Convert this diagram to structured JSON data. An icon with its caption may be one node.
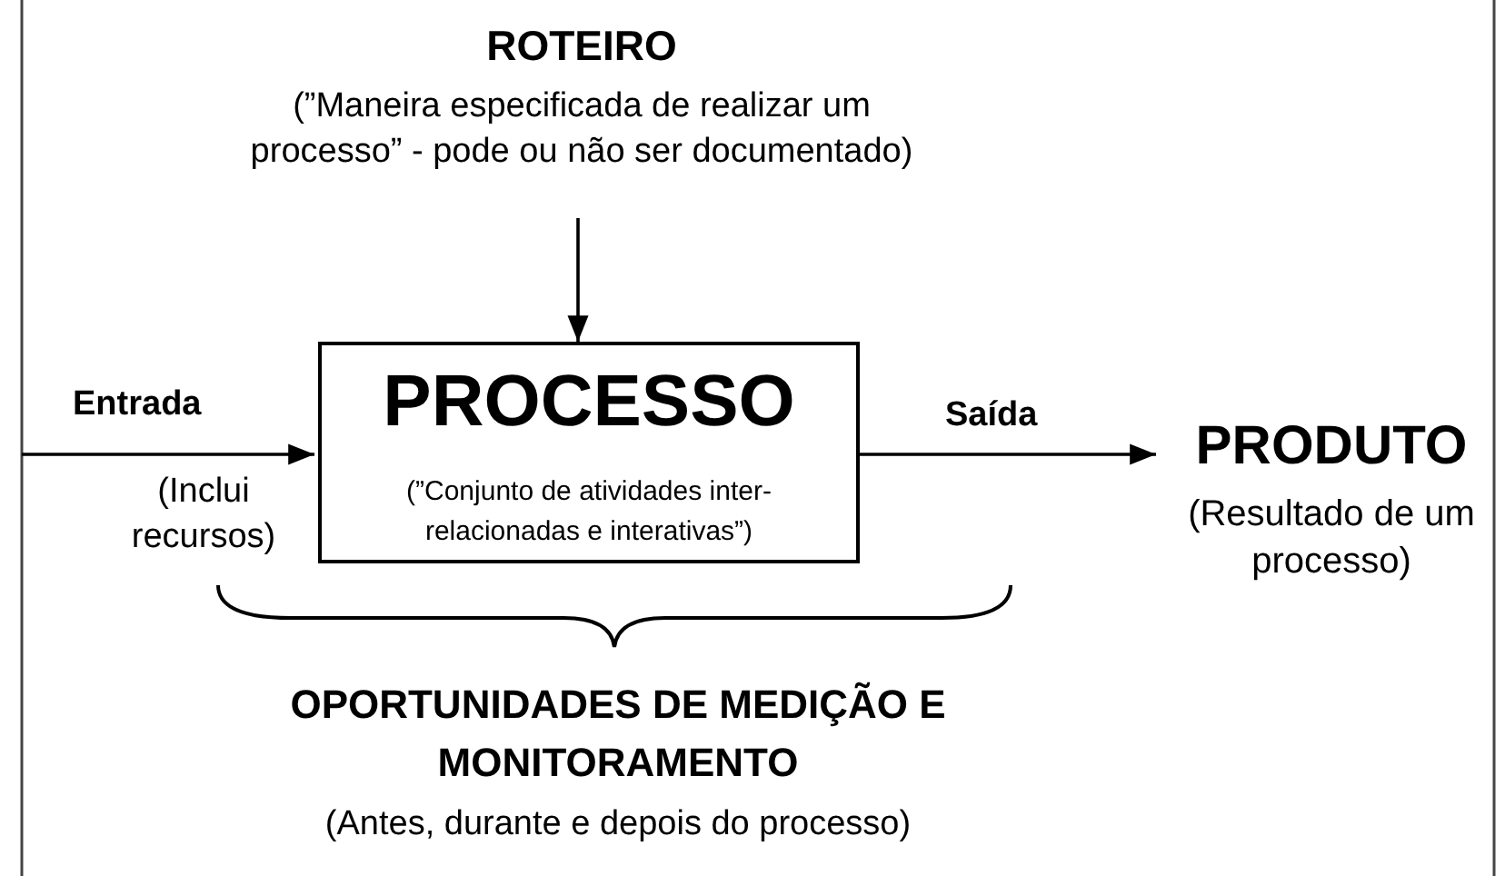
{
  "diagram": {
    "nodes": [
      {
        "text": [
          "ROTEIRO",
          "(”Maneira especificada de realizar um processo” - pode ou não ser documentado)"
        ]
      },
      {
        "text": [
          "PROCESSO",
          "(”Conjunto de atividades inter-relacionadas e interativas”)"
        ]
      },
      {
        "text": [
          "PRODUTO",
          "(Resultado de um processo)"
        ]
      },
      {
        "text": [
          "OPORTUNIDADES DE MEDIÇÃO E MONITORAMENTO",
          "(Antes, durante e depois do processo)"
        ]
      }
    ],
    "edges": [
      {
        "from": 0,
        "to": 1,
        "arrow": "to"
      },
      {
        "from": null,
        "to": 1,
        "arrow": "to",
        "label": "Entrada"
      },
      {
        "from": 1,
        "to": 2,
        "arrow": "to",
        "label": "Saída"
      }
    ],
    "labels": [
      "(Inclui recursos)"
    ]
  }
}
